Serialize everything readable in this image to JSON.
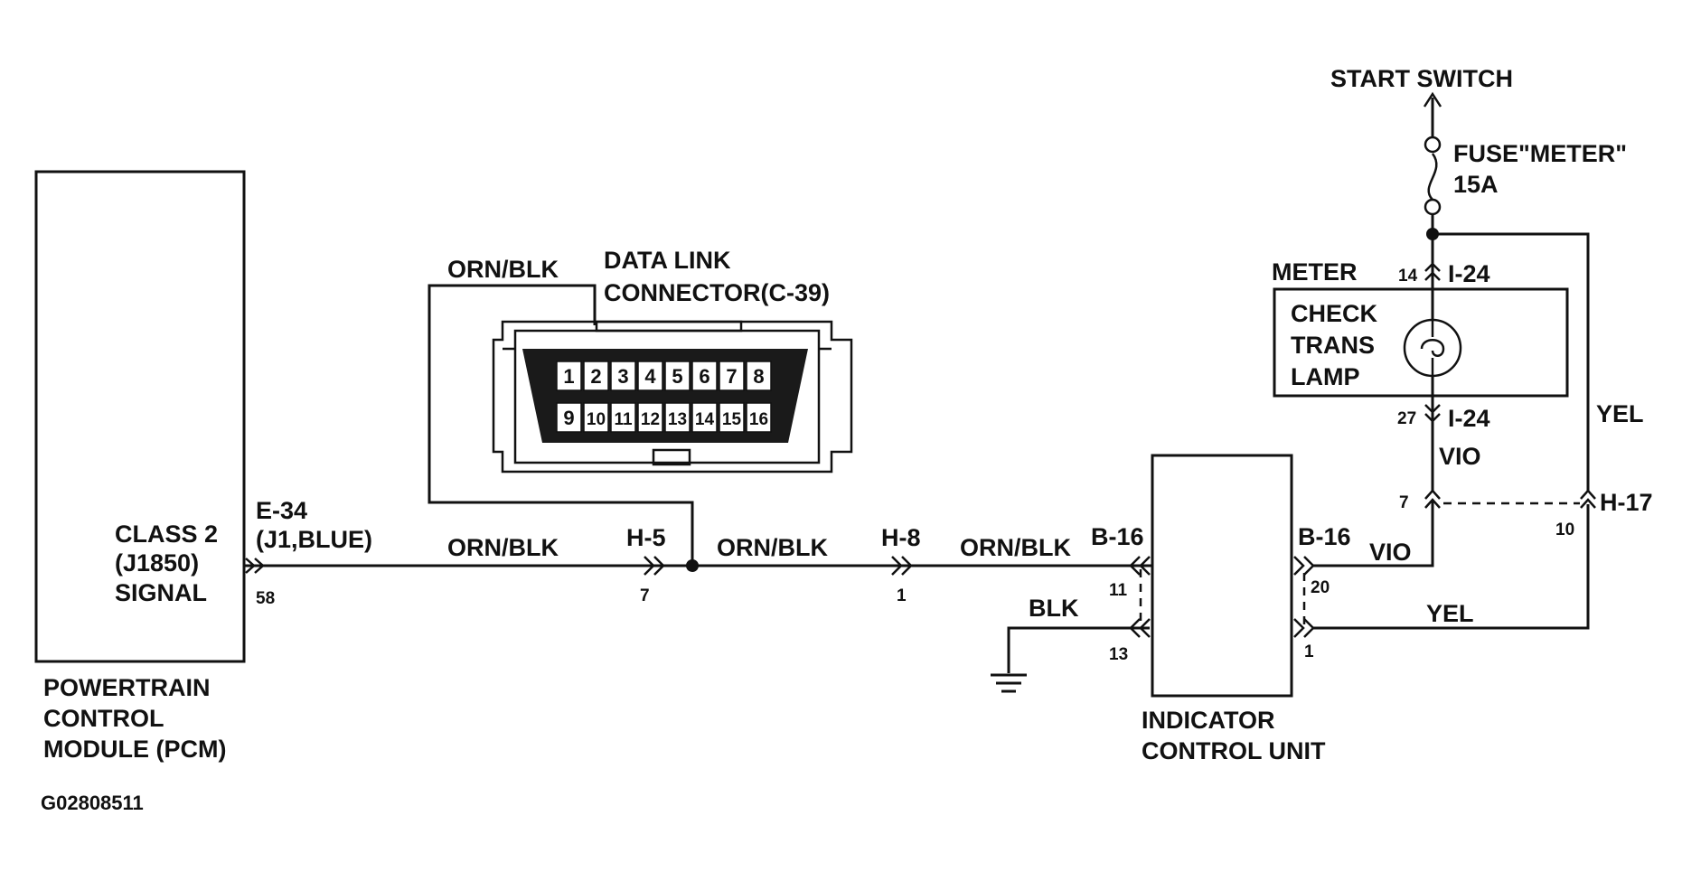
{
  "labels": {
    "start_switch": "START SWITCH",
    "fuse_name": "FUSE\"METER\"",
    "fuse_rating": "15A",
    "meter": "METER",
    "meter_top_pin": "14",
    "meter_top_conn": "I-24",
    "check": "CHECK",
    "trans": "TRANS",
    "lamp": "LAMP",
    "meter_bottom_pin": "27",
    "meter_bottom_conn": "I-24",
    "vio_upper": "VIO",
    "yel_right": "YEL",
    "h17_pin7": "7",
    "h17_conn": "H-17",
    "h17_pin10": "10",
    "data_link_line1": "DATA LINK",
    "data_link_line2": "CONNECTOR(C-39)",
    "dlc_wire": "ORN/BLK",
    "pcm_signal_1": "CLASS 2",
    "pcm_signal_2": "(J1850)",
    "pcm_signal_3": "SIGNAL",
    "e34_conn": "E-34",
    "e34_sub": "(J1,BLUE)",
    "e34_pin": "58",
    "wire1": "ORN/BLK",
    "h5_conn": "H-5",
    "h5_pin": "7",
    "wire2": "ORN/BLK",
    "h8_conn": "H-8",
    "h8_pin": "1",
    "wire3": "ORN/BLK",
    "b16_left_conn": "B-16",
    "b16_left_pin11": "11",
    "blk_wire": "BLK",
    "b16_left_pin13": "13",
    "b16_right_conn": "B-16",
    "vio_lower": "VIO",
    "b16_right_pin20": "20",
    "yel_lower": "YEL",
    "b16_right_pin1": "1",
    "pcm_line1": "POWERTRAIN",
    "pcm_line2": "CONTROL",
    "pcm_line3": "MODULE (PCM)",
    "icu_line1": "INDICATOR",
    "icu_line2": "CONTROL UNIT",
    "figure_id": "G02808511"
  },
  "dlc_pins": {
    "top_row": [
      "1",
      "2",
      "3",
      "4",
      "5",
      "6",
      "7",
      "8"
    ],
    "bottom_row": [
      "9",
      "10",
      "11",
      "12",
      "13",
      "14",
      "15",
      "16"
    ]
  }
}
